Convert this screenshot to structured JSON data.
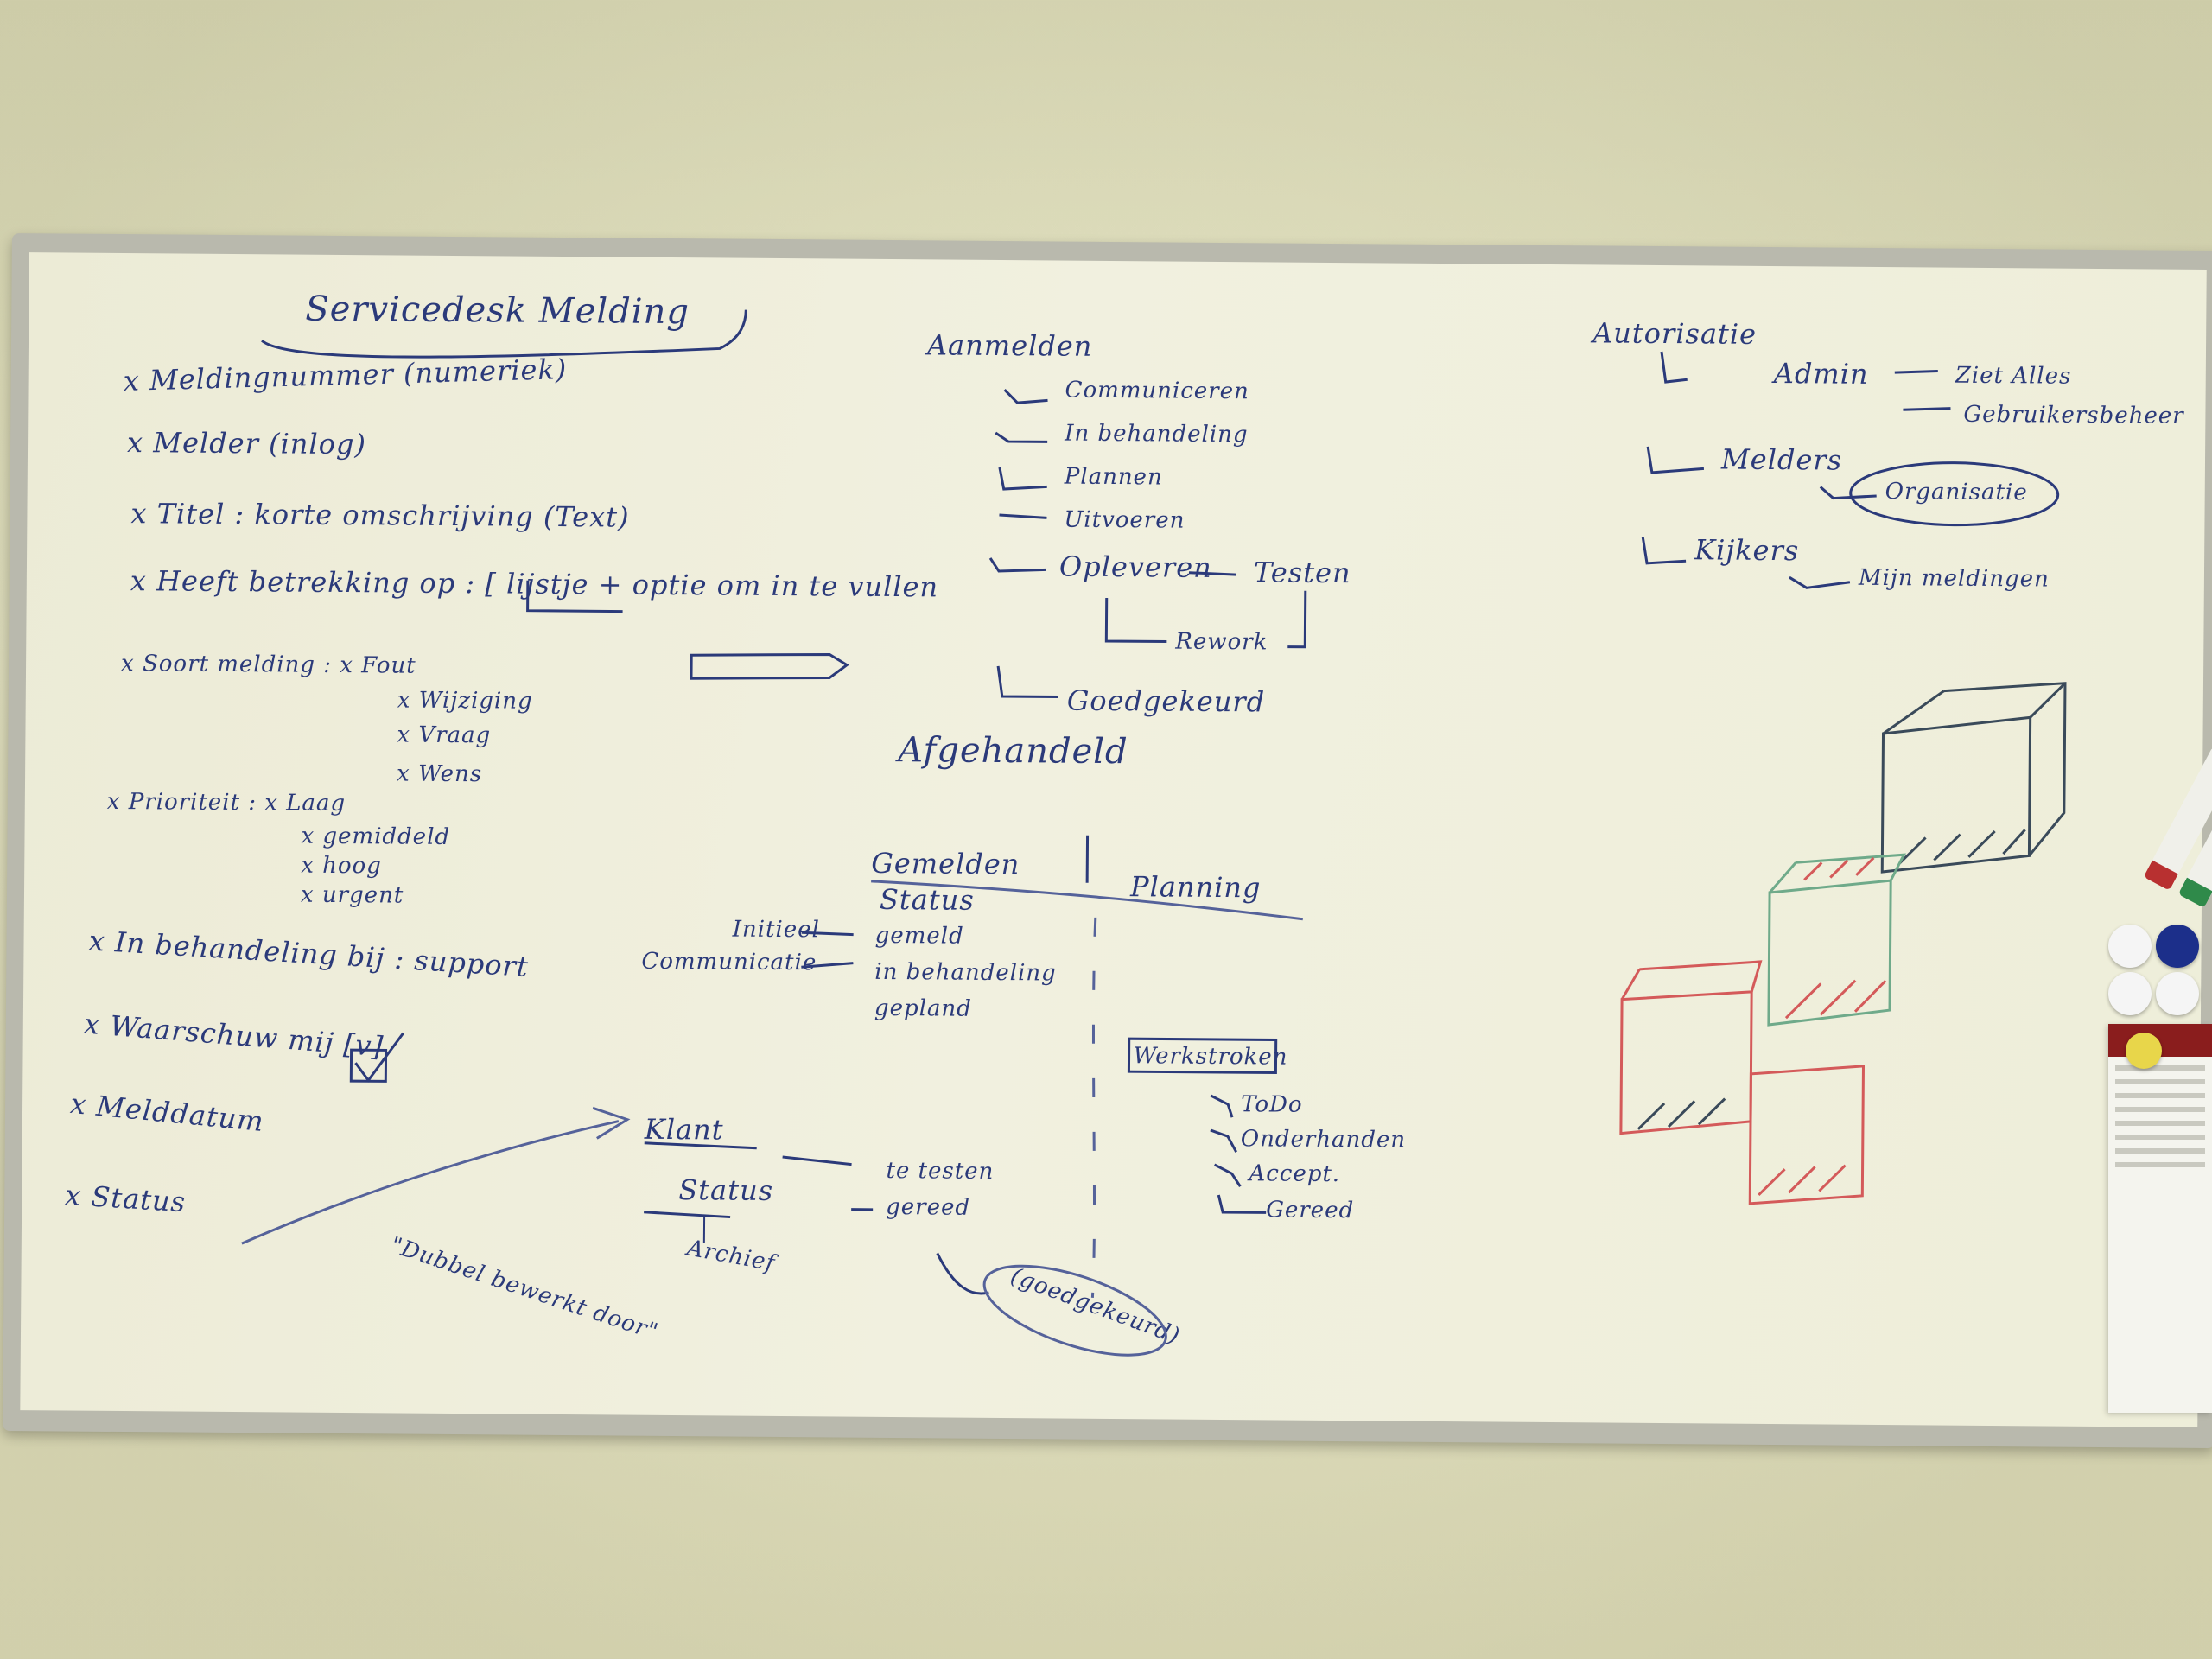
{
  "left_column": {
    "title": "Servicedesk Melding",
    "items": [
      "x Meldingnummer (numeriek)",
      "x Melder (inlog)",
      "x Titel : korte omschrijving (Text)",
      "x Heeft betrekking op : [ lijstje + optie om in te vullen",
      "x Soort melding : x Fout",
      "x Wijziging",
      "x Vraag",
      "x Wens",
      "x Prioriteit : x Laag",
      "x gemiddeld",
      "x hoog",
      "x urgent",
      "x In behandeling bij : support",
      "x Waarschuw mij [v]",
      "x Melddatum",
      "x Status"
    ],
    "footer_note": "\"Dubbel bewerkt door\""
  },
  "middle_column": {
    "header": "Aanmelden",
    "flow": [
      "Communiceren",
      "In behandeling",
      "Plannen",
      "Uitvoeren",
      "Opleveren",
      "Testen",
      "Rework",
      "Goedgekeurd"
    ],
    "section_title": "Afgehandeld",
    "table_headers": [
      "Gemelden",
      "Planning"
    ],
    "sub_header": "Status",
    "left_labels": [
      "Initieel",
      "Communicatie"
    ],
    "status_rows": [
      "gemeld",
      "in behandeling",
      "gepland"
    ],
    "klant_block": [
      "Klant",
      "Status",
      "Archief"
    ],
    "klant_rows": [
      "te testen",
      "gereed"
    ],
    "circled_end": "(goedgekeurd)",
    "planning_box": "Werkstroken",
    "planning_rows": [
      "ToDo",
      "Onderhanden",
      "Accept.",
      "Gereed"
    ]
  },
  "right_column": {
    "header": "Autorisatie",
    "roles": [
      {
        "label": "Admin",
        "arrows": [
          "Ziet Alles",
          "Gebruikersbeheer"
        ]
      },
      {
        "label": "Melders",
        "arrows": [
          "Organisatie"
        ]
      },
      {
        "label": "Kijkers",
        "arrows": [
          "Mijn meldingen"
        ]
      }
    ]
  },
  "colors": {
    "ink_blue": "#2b3a7a",
    "ink_green": "#6faa8a",
    "ink_red": "#d45a5a",
    "ink_dark": "#3a4a5a"
  }
}
